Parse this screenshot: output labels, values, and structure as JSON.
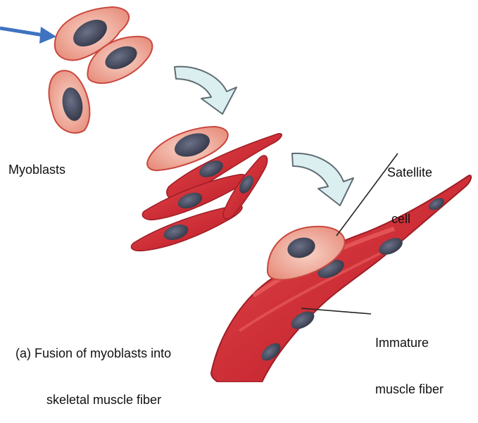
{
  "labels": {
    "myoblasts": "Myoblasts",
    "satellite_line1": "Satellite",
    "satellite_line2": "cell",
    "immature_line1": "Immature",
    "immature_line2": "muscle fiber",
    "caption_line1": "(a) Fusion of myoblasts into",
    "caption_line2": "skeletal muscle fiber"
  },
  "colors": {
    "myoblast_fill": "#f4c4b4",
    "myoblast_outline": "#c9473e",
    "fiber_fill": "#d9343b",
    "fiber_highlight": "#f06a6a",
    "nucleus": "#4a4f63",
    "arrow_fill": "#dbeff1",
    "arrow_outline": "#5f6c73",
    "pointer_arrow": "#3f73c1"
  }
}
